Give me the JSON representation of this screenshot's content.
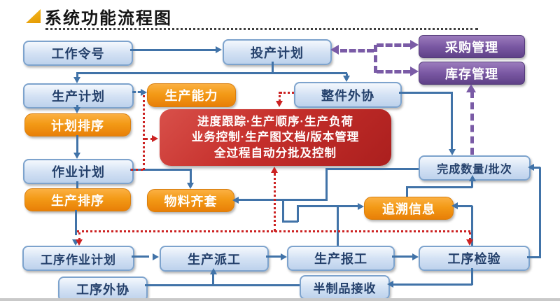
{
  "title": "系统功能流程图",
  "center_box": {
    "line1": "进度跟踪·生产顺序·生产负荷",
    "line2": "业务控制·生产图文档/版本管理",
    "line3": "全过程自动分批及控制"
  },
  "nodes": {
    "work_order": {
      "label": "工作令号",
      "type": "blue"
    },
    "launch_plan": {
      "label": "投产计划",
      "type": "blue"
    },
    "purchase_mgmt": {
      "label": "采购管理",
      "type": "purple"
    },
    "inventory_mgmt": {
      "label": "库存管理",
      "type": "purple"
    },
    "production_plan": {
      "label": "生产计划",
      "type": "blue"
    },
    "production_capacity": {
      "label": "生产能力",
      "type": "orange"
    },
    "unit_outsourcing": {
      "label": "整件外协",
      "type": "blue"
    },
    "plan_sequencing": {
      "label": "计划排序",
      "type": "orange"
    },
    "job_plan": {
      "label": "作业计划",
      "type": "blue"
    },
    "completed_qty_batch": {
      "label": "完成数量/批次",
      "type": "blue"
    },
    "production_sequencing": {
      "label": "生产排序",
      "type": "orange"
    },
    "material_kitting": {
      "label": "物料齐套",
      "type": "orange"
    },
    "trace_info": {
      "label": "追溯信息",
      "type": "orange"
    },
    "process_job_plan": {
      "label": "工序作业计划",
      "type": "blue"
    },
    "production_dispatch": {
      "label": "生产派工",
      "type": "blue"
    },
    "production_report": {
      "label": "生产报工",
      "type": "blue"
    },
    "process_inspection": {
      "label": "工序检验",
      "type": "blue"
    },
    "process_outsourcing": {
      "label": "工序外协",
      "type": "blue"
    },
    "semi_product_receipt": {
      "label": "半制品接收",
      "type": "blue"
    }
  },
  "colors": {
    "blue_connector": "#4173a8",
    "purple_connector": "#7a5ba6",
    "red_connector": "#cc2222",
    "accent_triangle": "#eda50f"
  }
}
